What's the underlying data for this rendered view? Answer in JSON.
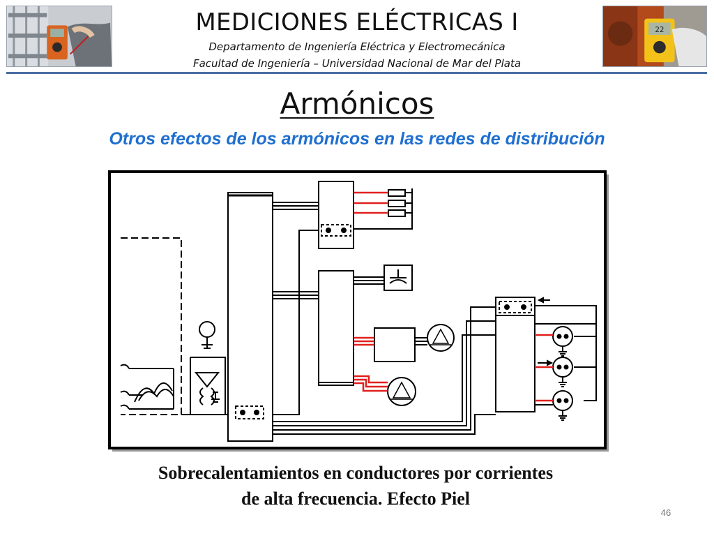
{
  "header": {
    "course_title": "MEDICIONES ELÉCTRICAS I",
    "department": "Departamento de Ingeniería Eléctrica y Electromecánica",
    "faculty": "Facultad de Ingeniería – Universidad Nacional de Mar del Plata"
  },
  "slide": {
    "title": "Armónicos",
    "subtitle": "Otros efectos de los armónicos en las redes de distribución",
    "caption_line1": "Sobrecalentamientos en conductores por corrientes",
    "caption_line2": "de alta frecuencia. Efecto Piel",
    "page_number": "46"
  },
  "colors": {
    "accent_blue": "#1f6fd0",
    "header_rule": "#4a6fa5",
    "wire_red": "#e0201e",
    "wire_black": "#111111"
  },
  "icons": [
    "multimeter-photo-icon",
    "clamp-meter-photo-icon"
  ]
}
